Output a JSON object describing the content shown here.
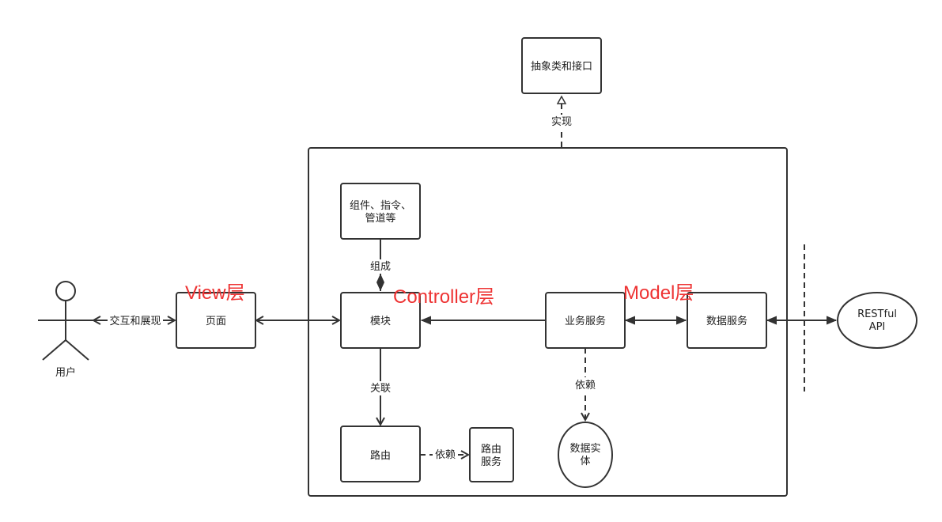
{
  "nodes": {
    "abstract_interface": "抽象类和接口",
    "components": [
      "组件、指令、",
      "管道等"
    ],
    "page": "页面",
    "module": "模块",
    "business_service": "业务服务",
    "data_service": "数据服务",
    "restful_api": [
      "RESTful",
      "API"
    ],
    "router": "路由",
    "router_service": [
      "路由",
      "服务"
    ],
    "data_entity": [
      "数据实",
      "体"
    ],
    "user": "用户"
  },
  "edges": {
    "implements": "实现",
    "composes": "组成",
    "associates": "关联",
    "depends_entity": "依赖",
    "depends_router": "依赖",
    "interact_display": "交互和展现"
  },
  "layers": {
    "view": "View层",
    "controller": "Controller层",
    "model": "Model层"
  }
}
